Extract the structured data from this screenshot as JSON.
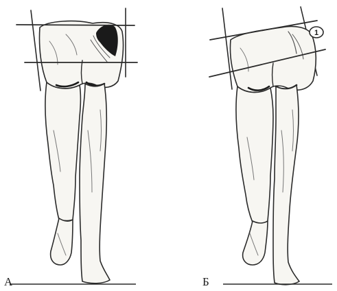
{
  "panels": [
    {
      "label": "А",
      "description_color": "#2a2a2a"
    },
    {
      "label": "Б"
    }
  ],
  "marker": {
    "text": "1"
  },
  "colors": {
    "ink": "#2a2a2a",
    "shade": "#555555",
    "dark_shade": "#1a1a1a",
    "skin": "#f7f6f2",
    "background": "#ffffff"
  }
}
